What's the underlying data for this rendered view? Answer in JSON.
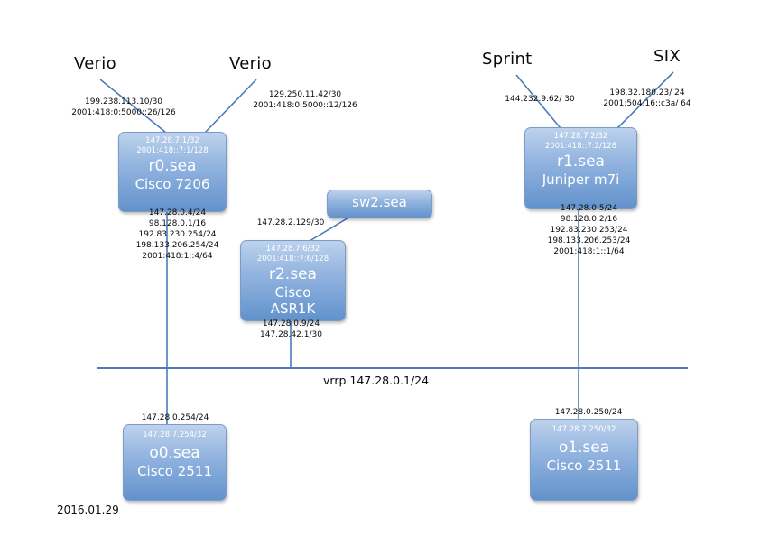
{
  "diagram": {
    "date": "2016.01.29",
    "bus_label": "vrrp 147.28.0.1/24"
  },
  "uplinks": {
    "verio1": {
      "label": "Verio",
      "addr1": "199.238.113.10/30",
      "addr2": "2001:418:0:5000::26/126"
    },
    "verio2": {
      "label": "Verio",
      "addr1": "129.250.11.42/30",
      "addr2": "2001:418:0:5000::12/126"
    },
    "sprint": {
      "label": "Sprint",
      "addr1": "144.232.9.62/ 30"
    },
    "six": {
      "label": "SIX",
      "addr1": "198.32.180.23/ 24",
      "addr2": "2001:504:16::c3a/ 64"
    }
  },
  "nodes": {
    "r0": {
      "lo_v4": "147.28.7.1/32",
      "lo_v6": "2001:418::7:1/128",
      "name": "r0.sea",
      "model": "Cisco 7206",
      "lan": [
        "147.28.0.4/24",
        "98.128.0.1/16",
        "192.83.230.254/24",
        "198.133.206.254/24",
        "2001:418:1::4/64"
      ]
    },
    "r1": {
      "lo_v4": "147.28.7.2/32",
      "lo_v6": "2001:418::7:2/128",
      "name": "r1.sea",
      "model": "Juniper m7i",
      "lan": [
        "147.28.0.5/24",
        "98.128.0.2/16",
        "192.83.230.253/24",
        "198.133.206.253/24",
        "2001:418:1::1/64"
      ]
    },
    "sw2": {
      "name": "sw2.sea",
      "link_addr": "147.28.2.129/30"
    },
    "r2": {
      "lo_v4": "147.28.7.6/32",
      "lo_v6": "2001:418::7:6/128",
      "name": "r2.sea",
      "model_line1": "Cisco",
      "model_line2": "ASR1K",
      "lan": [
        "147.28.0.9/24",
        "147.28.42.1/30"
      ]
    },
    "o0": {
      "lo_v4": "147.28.7.254/32",
      "name": "o0.sea",
      "model": "Cisco 2511",
      "lan_addr": "147.28.0.254/24"
    },
    "o1": {
      "lo_v4": "147.28.7.250/32",
      "name": "o1.sea",
      "model": "Cisco 2511",
      "lan_addr": "147.28.0.250/24"
    }
  }
}
